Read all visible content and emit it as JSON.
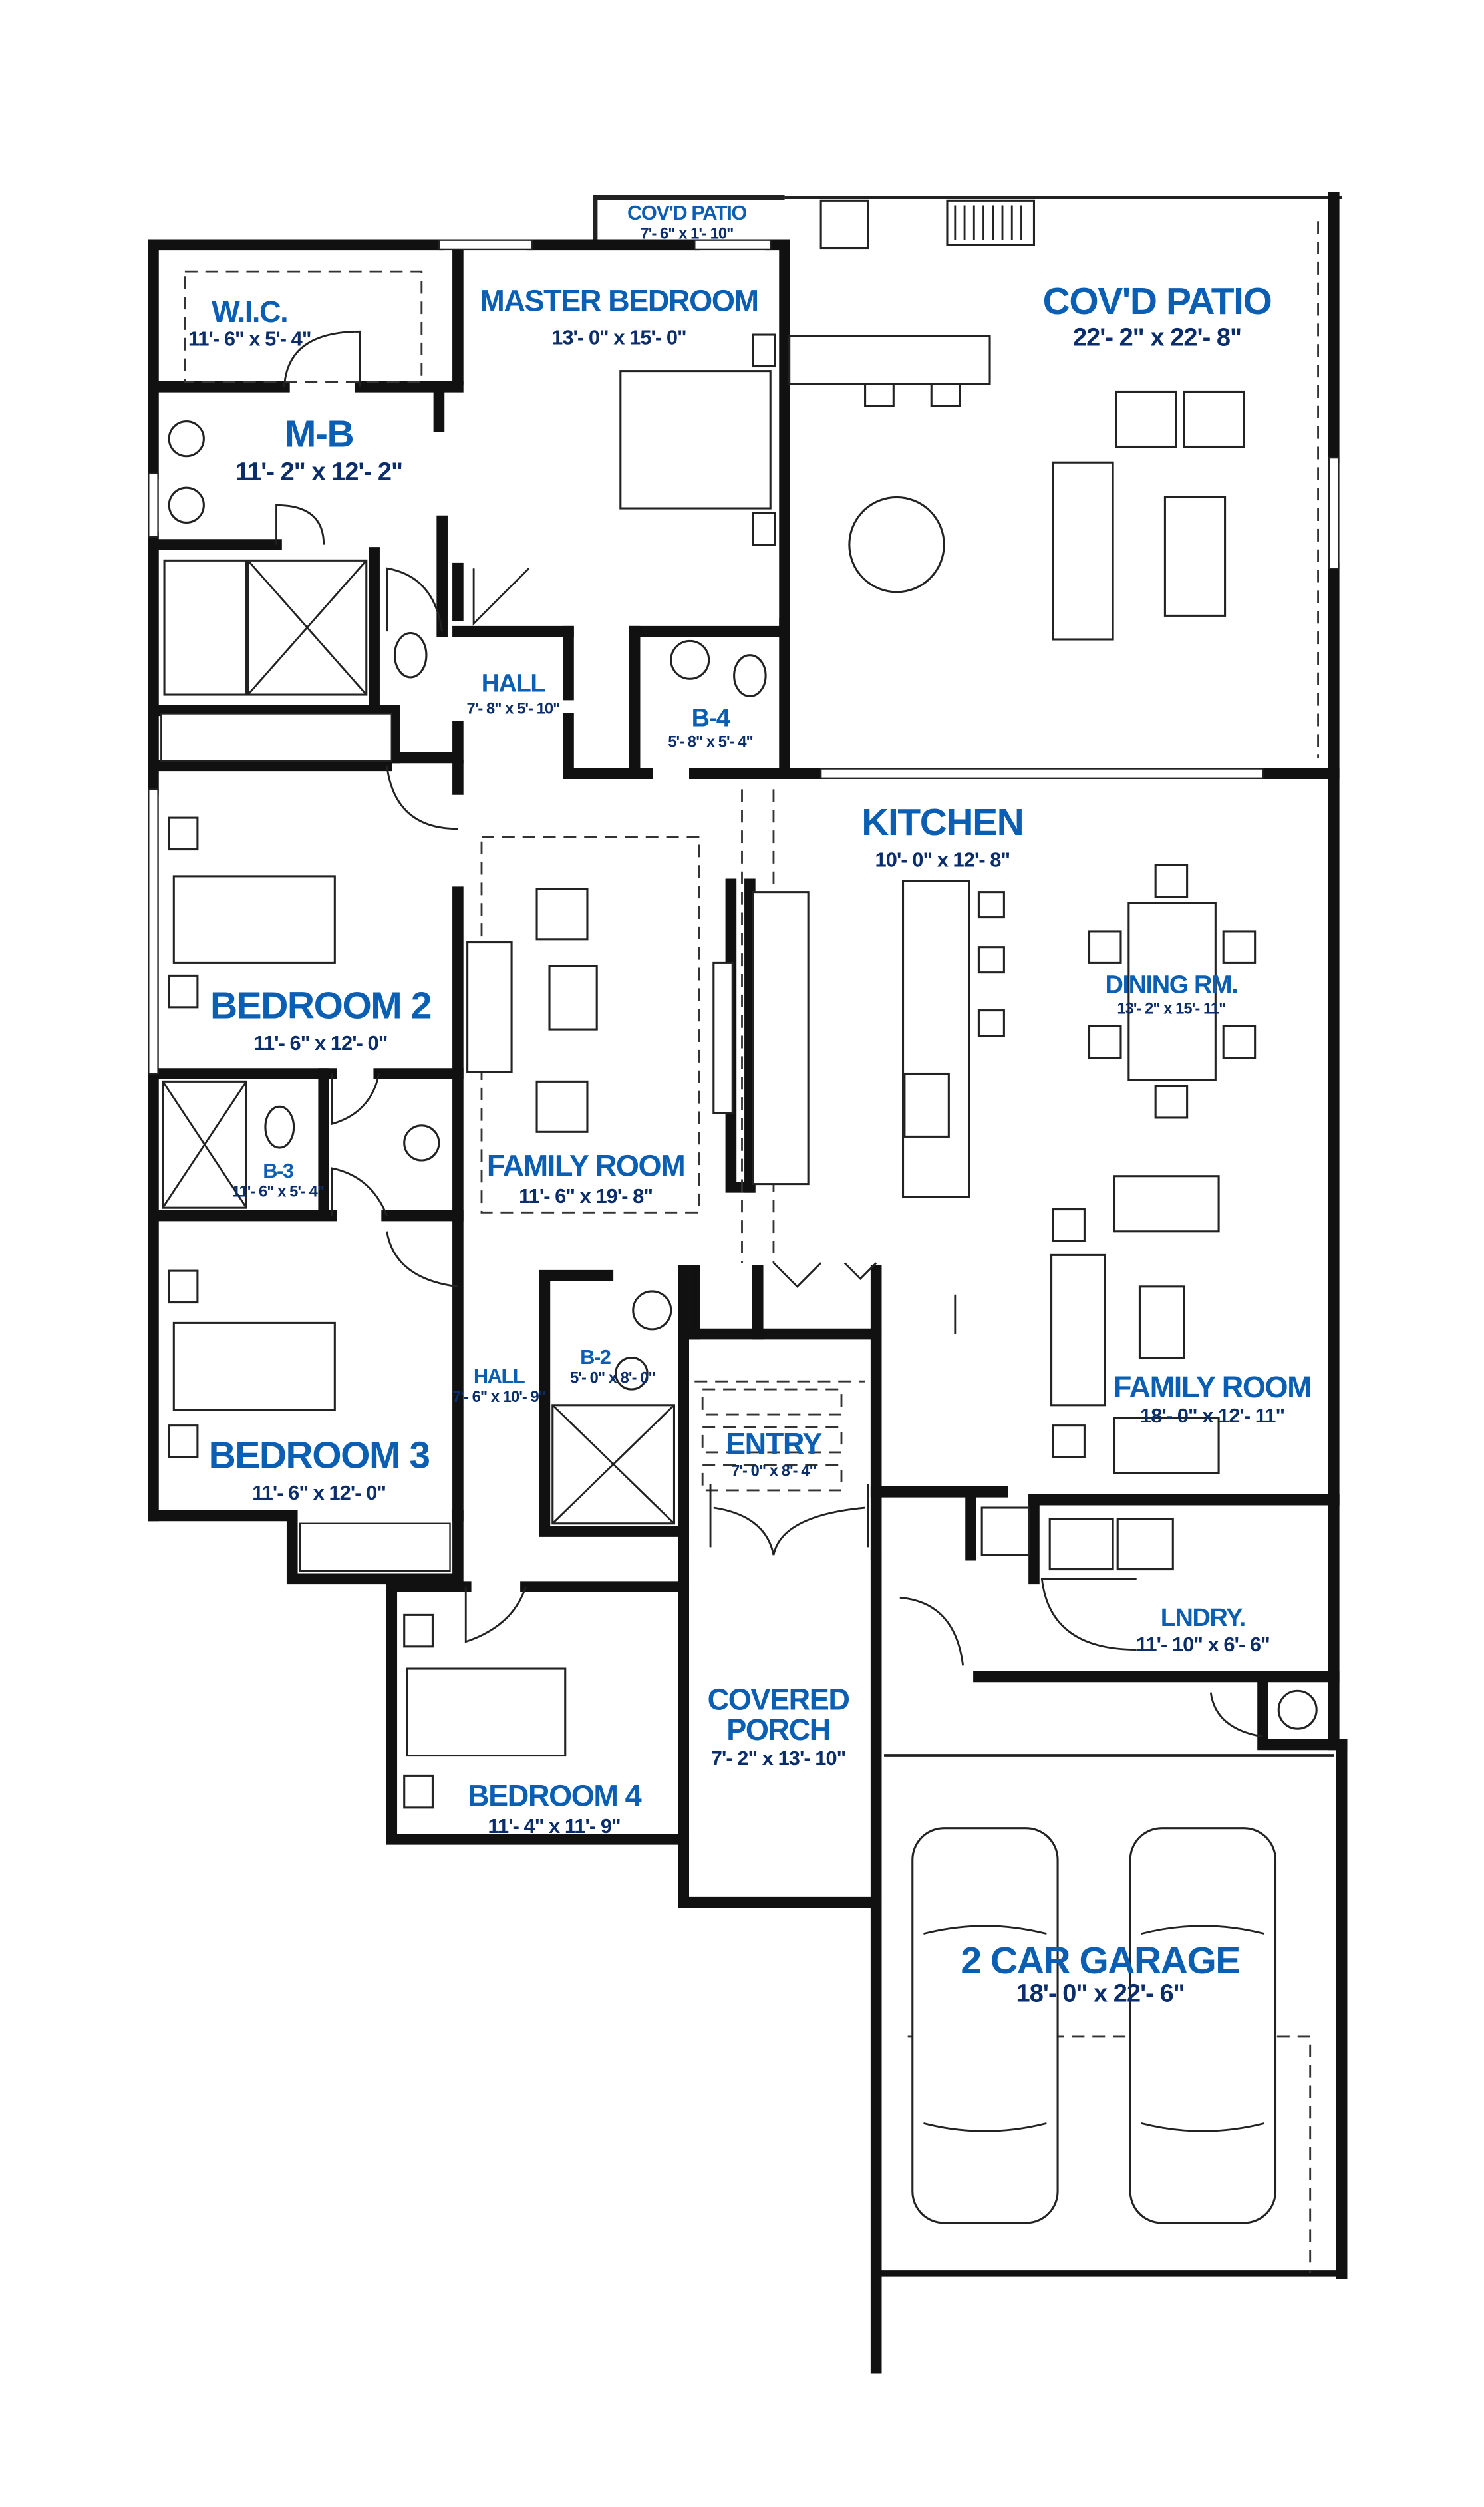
{
  "plan": {
    "accent_color": "#0a5fb4",
    "dimension_color": "#0b2d6b",
    "wall_color": "#111111",
    "rooms": {
      "covd_patio_small": {
        "name": "COV'D PATIO",
        "dims": "7'- 6\" x 1'- 10\""
      },
      "wic": {
        "name": "W.I.C.",
        "dims": "11'- 6\" x 5'- 4\""
      },
      "master_bedroom": {
        "name": "MASTER BEDROOM",
        "dims": "13'- 0\" x 15'- 0\""
      },
      "master_bath": {
        "name": "M-B",
        "dims": "11'- 2\" x 12'- 2\""
      },
      "covd_patio": {
        "name": "COV'D PATIO",
        "dims": "22'- 2\" x 22'- 8\""
      },
      "hall_upper": {
        "name": "HALL",
        "dims": "7'- 8\" x 5'- 10\""
      },
      "bath_4": {
        "name": "B-4",
        "dims": "5'- 8\" x 5'- 4\""
      },
      "kitchen": {
        "name": "KITCHEN",
        "dims": "10'- 0\" x 12'- 8\""
      },
      "dining": {
        "name": "DINING RM.",
        "dims": "13'- 2\" x 15'- 11\""
      },
      "bedroom_2": {
        "name": "BEDROOM 2",
        "dims": "11'- 6\" x 12'- 0\""
      },
      "bath_3": {
        "name": "B-3",
        "dims": "11'- 6\" x 5'- 4\""
      },
      "family_room_left": {
        "name": "FAMILY ROOM",
        "dims": "11'- 6\" x 19'- 8\""
      },
      "hall_lower": {
        "name": "HALL",
        "dims": "7'- 6\" x 10'- 9\""
      },
      "bath_2": {
        "name": "B-2",
        "dims": "5'- 0\" x 8'- 0\""
      },
      "entry": {
        "name": "ENTRY",
        "dims": "7'- 0\" x 8'- 4\""
      },
      "family_room_right": {
        "name": "FAMILY ROOM",
        "dims": "18'- 0\" x 12'- 11\""
      },
      "bedroom_3": {
        "name": "BEDROOM 3",
        "dims": "11'- 6\" x 12'- 0\""
      },
      "laundry": {
        "name": "LNDRY.",
        "dims": "11'- 10\" x 6'- 6\""
      },
      "covered_porch": {
        "name_line1": "COVERED",
        "name_line2": "PORCH",
        "dims": "7'- 2\" x 13'- 10\""
      },
      "bedroom_4": {
        "name": "BEDROOM 4",
        "dims": "11'- 4\" x 11'- 9\""
      },
      "garage": {
        "name": "2 CAR GARAGE",
        "dims": "18'- 0\" x 22'- 6\""
      }
    }
  }
}
